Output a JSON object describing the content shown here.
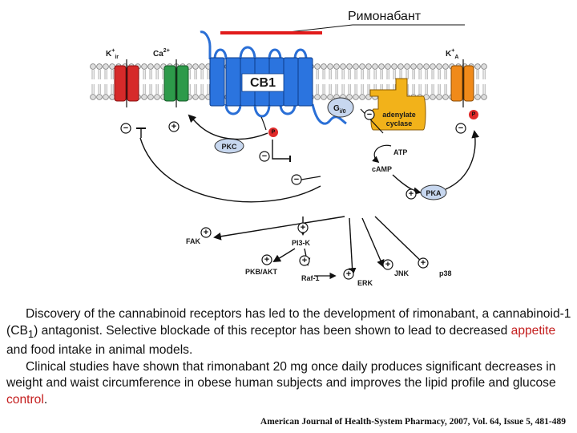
{
  "figure": {
    "drug_label": "Римонабант",
    "receptor": "CB1",
    "channels": {
      "kir": {
        "base": "K",
        "sup": "+",
        "sub": "ir"
      },
      "ca": {
        "base": "Ca",
        "sup": "2+"
      },
      "ka": {
        "base": "K",
        "sup": "+",
        "sub": "A"
      }
    },
    "g_protein": {
      "base": "G",
      "sub": "i/0"
    },
    "adenylate_cyclase": [
      "adenylate",
      "cyclase"
    ],
    "nodes": {
      "pkc": "PKC",
      "atp": "ATP",
      "camp": "cAMP",
      "pka": "PKA",
      "fak": "FAK",
      "pi3k": "PI3-K",
      "pkb": "PKB/AKT",
      "raf": "Raf-1",
      "erk": "ERK",
      "jnk": "JNK",
      "p38": "p38",
      "phospho": "P"
    },
    "plus_symbol": "+",
    "minus_symbol": "−"
  },
  "caption": {
    "p1_a": "Discovery of the cannabinoid receptors has led to the development of rimonabant, a cannabinoid-1 (CB",
    "p1_sub": "1",
    "p1_b": ") antagonist. Selective blockade of this receptor has been shown to lead to decreased ",
    "p1_hl": "appetite",
    "p1_c": " and food intake in animal models.",
    "p2_a": "Clinical studies have shown that rimonabant 20 mg once daily produces significant decreases in weight and waist circumference in obese human subjects and improves the lipid profile and glucose ",
    "p2_hl": "control",
    "p2_b": "."
  },
  "citation": "American Journal of Health-System Pharmacy, 2007, Vol. 64, Issue 5, 481-489",
  "colors": {
    "membrane_bead": "#d9d9d9",
    "receptor": "#2a6fd6",
    "receptor_fill": "#2b74df",
    "kir_channel": "#d62a2a",
    "ca_channel": "#2d9a4a",
    "ka_channel": "#f08a1a",
    "adenylate_cyclase": "#f2b21a",
    "rimonabant_bar": "#e11b1b",
    "phosphate": "#e02a2a",
    "kinase_oval": "#c7d7ef",
    "highlight_text": "#c41e1e"
  }
}
